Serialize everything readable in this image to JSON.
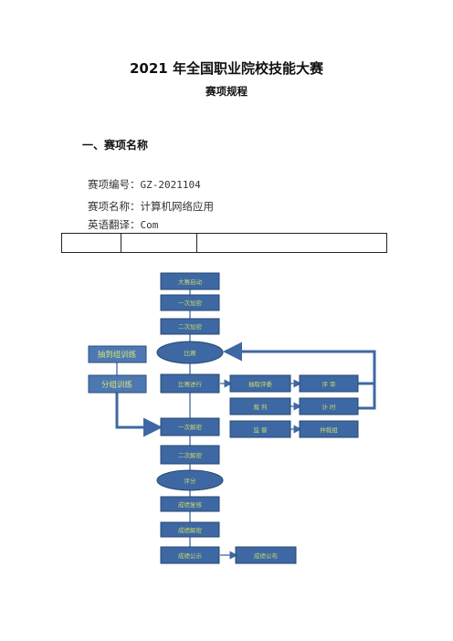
{
  "doc": {
    "title": "2021 年全国职业院校技能大赛",
    "subtitle": "赛项规程",
    "section1": "一、赛项名称",
    "code_label": "赛项编号：",
    "code_value": "GZ-2021104",
    "name_label": "赛项名称：",
    "name_value": "计算机网络应用",
    "eng_label": "英语翻译：",
    "eng_value": "Com"
  },
  "flow": {
    "colors": {
      "box": "#3e68a3",
      "text": "#c8d86c"
    },
    "left_top": "抽到组训练",
    "left_mid": "分组训练"
  }
}
